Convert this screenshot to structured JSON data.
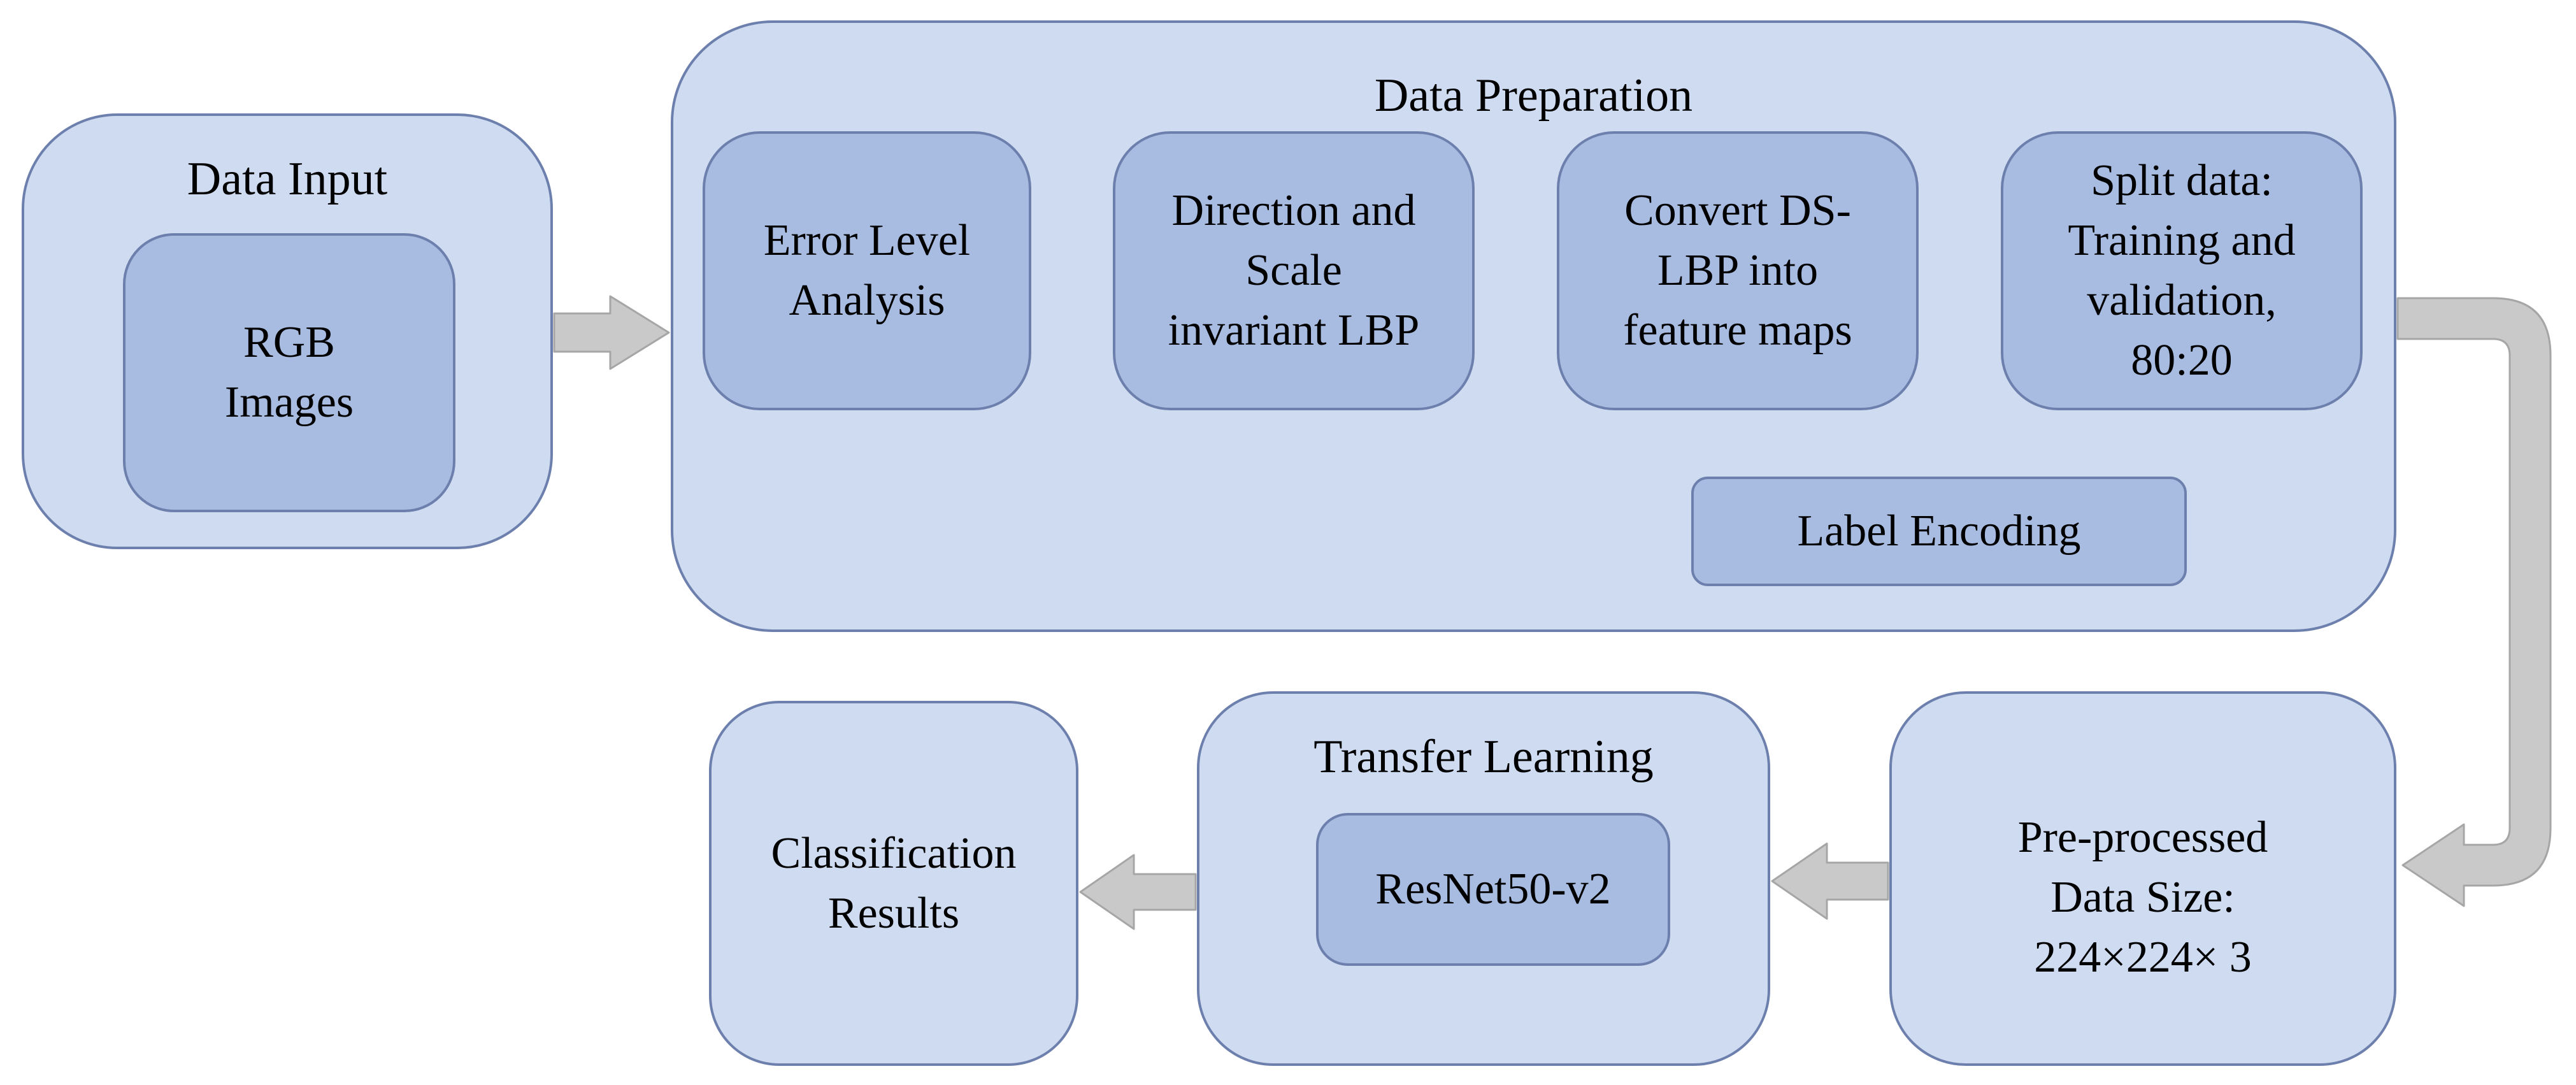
{
  "data_input": {
    "title": "Data Input",
    "rgb": [
      "RGB",
      "Images"
    ]
  },
  "data_preparation": {
    "title": "Data Preparation",
    "ela": [
      "Error Level",
      "Analysis"
    ],
    "ds_lbp": [
      "Direction and",
      "Scale",
      "invariant LBP"
    ],
    "convert": [
      "Convert DS-",
      "LBP into",
      "feature maps"
    ],
    "split": [
      "Split data:",
      "Training and",
      "validation,",
      "80:20"
    ],
    "label_encoding": "Label Encoding"
  },
  "preprocessed": [
    "Pre-processed",
    "Data Size:",
    "224×224× 3"
  ],
  "transfer_learning": {
    "title": "Transfer Learning",
    "model": "ResNet50-v2"
  },
  "classification": [
    "Classification",
    "Results"
  ],
  "colors": {
    "outer_fill": "#cfdbf1",
    "inner_fill": "#a8bbe0",
    "border": "#6d80ad",
    "line_arrow": "#5b83c4",
    "block_arrow_fill": "#c9c9c9",
    "block_arrow_stroke": "#a6a6a6"
  }
}
